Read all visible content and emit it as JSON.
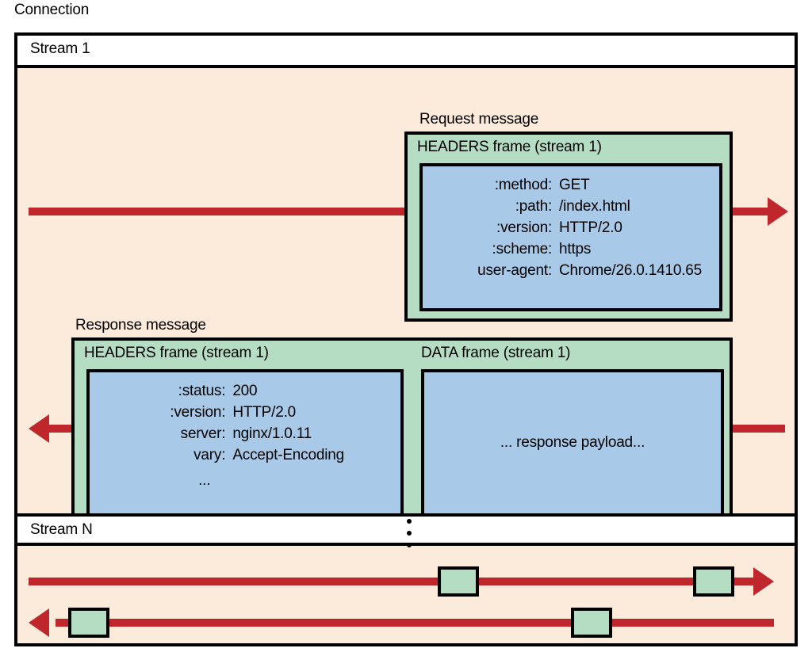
{
  "diagram": {
    "connection_label": "Connection",
    "streams": [
      {
        "label": "Stream 1"
      },
      {
        "label": "Stream N"
      }
    ],
    "request": {
      "caption": "Request message",
      "frame_title": "HEADERS frame (stream 1)",
      "headers": [
        {
          "key": ":method:",
          "value": "GET"
        },
        {
          "key": ":path:",
          "value": "/index.html"
        },
        {
          "key": ":version:",
          "value": "HTTP/2.0"
        },
        {
          "key": ":scheme:",
          "value": "https"
        },
        {
          "key": "user-agent:",
          "value": "Chrome/26.0.1410.65"
        }
      ]
    },
    "response": {
      "caption": "Response message",
      "headers_frame_title": "HEADERS frame (stream 1)",
      "headers": [
        {
          "key": ":status:",
          "value": "200"
        },
        {
          "key": ":version:",
          "value": "HTTP/2.0"
        },
        {
          "key": "server:",
          "value": "nginx/1.0.11"
        },
        {
          "key": "vary:",
          "value": "Accept-Encoding"
        }
      ],
      "headers_more": "...",
      "data_frame_title": "DATA frame (stream 1)",
      "data_payload": "... response payload..."
    },
    "ellipsis_between_streams": "⋮",
    "colors": {
      "frame_green": "#b4ddc4",
      "payload_blue": "#a8cae8",
      "connection_peach": "#fceadb",
      "arrow_red": "#c0272d",
      "stroke_black": "#000000",
      "label_white": "#ffffff"
    }
  }
}
